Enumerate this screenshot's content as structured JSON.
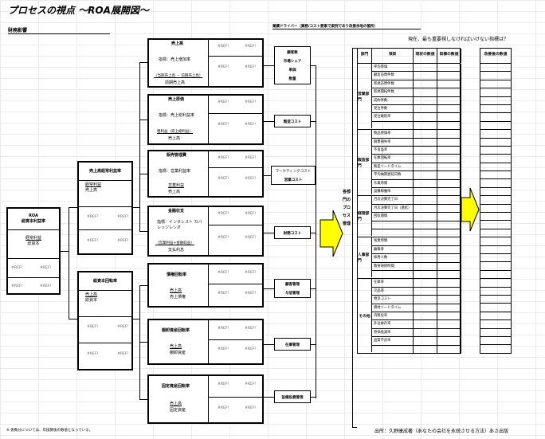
{
  "title": "プロセスの視点 ～ROA展開図～",
  "left_section_label": "財務影響",
  "middle_section_label": "業績ドライバー（業務/コスト要素で案例であり改善余地の箇所）",
  "right_question": "現在、最も重要視しなければいけない指標は？",
  "footnote": "※ 係数分については、年換算後の数値となっている。",
  "source": "出所：久野康成著（あなたの会社を永続させる方法）あさ出版",
  "ref": "#REF!",
  "roa": {
    "title": "ROA",
    "sub": "総資本利益率",
    "l1": "経常利益",
    "l2": "総資本"
  },
  "mid1": {
    "title": "売上高経常利益率",
    "l1": "経常利益",
    "l2": "売上高"
  },
  "mid2": {
    "title": "総資本回転率",
    "l1": "売上高",
    "l2": "総資本"
  },
  "r": [
    {
      "title": "売上高",
      "sub": "指標：売上増加率",
      "f1": "（当期売上高 － 前期売上高）",
      "f2": "前期売上高"
    },
    {
      "title": "売上原価",
      "sub": "指標：売上総利益率",
      "f1": "粗利益（売上総利益）",
      "f2": "売上高"
    },
    {
      "title": "販売管理費",
      "sub": "指標：営業利益率",
      "f1": "営業利益",
      "f2": "売上高"
    },
    {
      "title": "金融収支",
      "sub": "指標：インタレスト カバレッジレシオ",
      "f1": "（営業利益+金融収益）",
      "f2": "支払利息"
    },
    {
      "title": "債権回転率",
      "sub": "",
      "f1": "売上高",
      "f2": "売上債権"
    },
    {
      "title": "棚卸資産回転率",
      "sub": "",
      "f1": "売上高",
      "f2": "棚卸資産"
    },
    {
      "title": "固定資産回転率",
      "sub": "",
      "f1": "売上高",
      "f2": "固定資産"
    }
  ],
  "drivers": {
    "g1": [
      "顧客数",
      "市場シェア",
      "単価",
      "数量"
    ],
    "g2": [
      "製造コスト"
    ],
    "g3": [
      "マーケティングコスト",
      "営業コスト"
    ],
    "g4": [
      "財務コスト"
    ],
    "g5": [
      "顧客管理",
      "与信管理"
    ],
    "g6": [
      "在庫管理"
    ],
    "g7": [
      "設備投資管理"
    ]
  },
  "process_label": "各部門のプロセス管理",
  "table": {
    "headers": [
      "部門",
      "項目",
      "現状の数値",
      "目標の数値",
      "改善後の数値"
    ],
    "groups": [
      {
        "name": "営業部門",
        "items": [
          "平均単価",
          "顧客訪問件数",
          "新規訪問件数",
          "新規開拓件数",
          "成約件数",
          "受注件数",
          "受注継続率",
          ""
        ]
      },
      {
        "name": "製造部門",
        "items": [
          "製品原価率",
          "廃棄損失率",
          "不良品率",
          "在庫回転率",
          "製造リードタイム",
          "平均納期遅延日数",
          "作業時間",
          "設備稼働率"
        ]
      },
      {
        "name": "経理部門",
        "items": [
          "月次決算完了日",
          "月次決算完了日（連結）",
          "回収期間",
          "",
          ""
        ]
      },
      {
        "name": "人事部門",
        "items": [
          "残業時間",
          "離職率",
          "採用人数",
          "教育研修時間",
          ""
        ]
      },
      {
        "name": "その他",
        "items": [
          "在庫率",
          "欠品率",
          "物流コスト",
          "資材リードタイム",
          "内製化率",
          "外注依存率",
          "原価低減率",
          "品質不良率",
          ""
        ]
      }
    ]
  }
}
